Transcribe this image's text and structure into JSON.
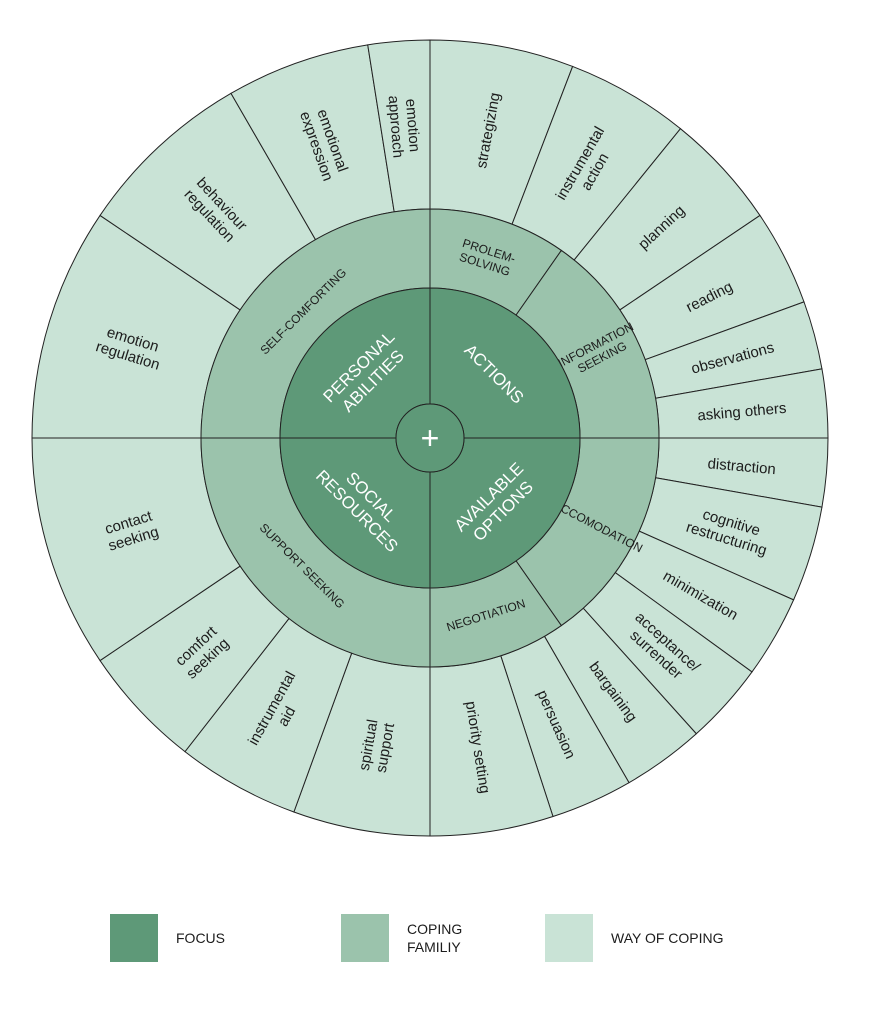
{
  "colors": {
    "focus": "#5e9978",
    "family": "#9bc3ac",
    "way": "#c9e3d6",
    "stroke": "#222222",
    "center_text": "#ffffff"
  },
  "center": {
    "symbol": "+"
  },
  "focus": [
    {
      "label": "PERSONAL ABILITIES",
      "lines": [
        "PERSONAL",
        "ABILITIES"
      ]
    },
    {
      "label": "ACTIONS",
      "lines": [
        "ACTIONS"
      ]
    },
    {
      "label": "AVAILABLE OPTIONS",
      "lines": [
        "AVAILABLE",
        "OPTIONS"
      ]
    },
    {
      "label": "SOCIAL RESOURCES",
      "lines": [
        "SOCIAL",
        "RESOURCES"
      ]
    }
  ],
  "families": [
    {
      "label": "PROLEM-SOLVING",
      "lines": [
        "PROLEM-",
        "SOLVING"
      ]
    },
    {
      "label": "INFORMATION SEEKING",
      "lines": [
        "INFORMATION",
        "SEEKING"
      ]
    },
    {
      "label": "ACCOMODATION",
      "lines": [
        "ACCOMODATION"
      ]
    },
    {
      "label": "NEGOTIATION",
      "lines": [
        "NEGOTIATION"
      ]
    },
    {
      "label": "SUPPORT SEEKING",
      "lines": [
        "SUPPORT SEEKING"
      ]
    },
    {
      "label": "SELF-COMFORTING",
      "lines": [
        "SELF-COMFORTING"
      ]
    }
  ],
  "ways": [
    {
      "label": "strategizing",
      "lines": [
        "strategizing"
      ]
    },
    {
      "label": "instrumental action",
      "lines": [
        "instrumental",
        "action"
      ]
    },
    {
      "label": "planning",
      "lines": [
        "planning"
      ]
    },
    {
      "label": "reading",
      "lines": [
        "reading"
      ]
    },
    {
      "label": "observations",
      "lines": [
        "observations"
      ]
    },
    {
      "label": "asking others",
      "lines": [
        "asking others"
      ]
    },
    {
      "label": "distraction",
      "lines": [
        "distraction"
      ]
    },
    {
      "label": "cognitive restructuring",
      "lines": [
        "cognitive",
        "restructuring"
      ]
    },
    {
      "label": "minimization",
      "lines": [
        "minimization"
      ]
    },
    {
      "label": "acceptance/ surrender",
      "lines": [
        "acceptance/",
        "surrender"
      ]
    },
    {
      "label": "bargaining",
      "lines": [
        "bargaining"
      ]
    },
    {
      "label": "persuasion",
      "lines": [
        "persuasion"
      ]
    },
    {
      "label": "priority setting",
      "lines": [
        "priority setting"
      ]
    },
    {
      "label": "spiritual support",
      "lines": [
        "spiritual",
        "support"
      ]
    },
    {
      "label": "instrumental aid",
      "lines": [
        "instrumental",
        "aid"
      ]
    },
    {
      "label": "comfort seeking",
      "lines": [
        "comfort",
        "seeking"
      ]
    },
    {
      "label": "contact seeking",
      "lines": [
        "contact",
        "seeking"
      ]
    },
    {
      "label": "emotion regulation",
      "lines": [
        "emotion",
        "regulation"
      ]
    },
    {
      "label": "behaviour regulation",
      "lines": [
        "behaviour",
        "regulation"
      ]
    },
    {
      "label": "emotional expression",
      "lines": [
        "emotional",
        "expression"
      ]
    },
    {
      "label": "emotion approach",
      "lines": [
        "emotion",
        "approach"
      ]
    }
  ],
  "legend": [
    {
      "key": "focus",
      "label": "FOCUS"
    },
    {
      "key": "family",
      "label": "COPING FAMILIY"
    },
    {
      "key": "way",
      "label": "WAY OF COPING"
    }
  ]
}
